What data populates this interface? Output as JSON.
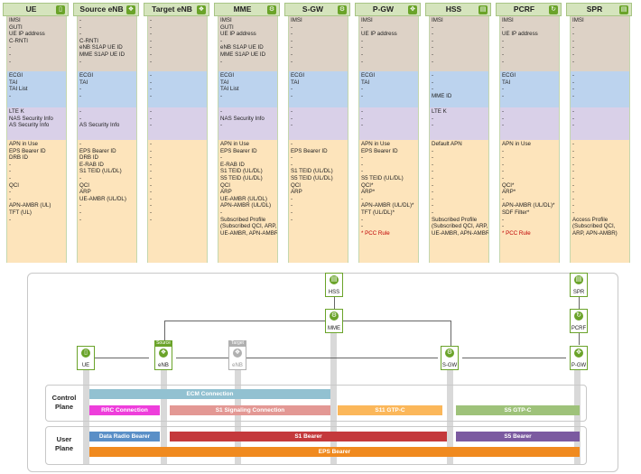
{
  "columns": [
    {
      "title": "UE",
      "icon": "phone-icon",
      "context": [
        "IMSI",
        "GUTI",
        "UE IP address",
        "C-RNTI",
        "-",
        "-",
        "-"
      ],
      "location": [
        "ECGI",
        "TAI",
        "TAI List",
        "-"
      ],
      "security": [
        "LTE K",
        "NAS Security Info",
        "AS Security Info"
      ],
      "bearer": [
        "APN in Use",
        "EPS Bearer ID",
        "DRB ID",
        "-",
        "-",
        "-",
        "QCI",
        "-",
        "-",
        "APN-AMBR (UL)",
        "TFT (UL)",
        "-"
      ]
    },
    {
      "title": "Source eNB",
      "icon": "antenna-icon",
      "context": [
        "-",
        "-",
        "-",
        "C-RNTI",
        "eNB S1AP UE ID",
        "MME S1AP UE ID",
        "-"
      ],
      "location": [
        "ECGI",
        "TAI",
        "-",
        "-"
      ],
      "security": [
        "-",
        "-",
        "AS Security Info"
      ],
      "bearer": [
        "-",
        "EPS Bearer ID",
        "DRB ID",
        "E-RAB ID",
        "S1 TEID (UL/DL)",
        "-",
        "QCI",
        "ARP",
        "UE-AMBR (UL/DL)",
        "-",
        "-",
        "-"
      ]
    },
    {
      "title": "Target eNB",
      "icon": "antenna-icon",
      "context": [
        "-",
        "-",
        "-",
        "-",
        "-",
        "-",
        "-"
      ],
      "location": [
        "-",
        "-",
        "-",
        "-"
      ],
      "security": [
        "-",
        "-",
        "-"
      ],
      "bearer": [
        "-",
        "-",
        "-",
        "-",
        "-",
        "-",
        "-",
        "-",
        "-",
        "-",
        "-",
        "-"
      ]
    },
    {
      "title": "MME",
      "icon": "gear-icon",
      "context": [
        "IMSI",
        "GUTI",
        "UE IP address",
        "-",
        "eNB S1AP UE ID",
        "MME S1AP UE ID",
        "-"
      ],
      "location": [
        "ECGI",
        "TAI",
        "TAI List",
        "-"
      ],
      "security": [
        "-",
        "NAS Security Info",
        "-"
      ],
      "bearer": [
        "APN in Use",
        "EPS Bearer ID",
        "-",
        "E-RAB ID",
        "S1 TEID (UL/DL)",
        "S5 TEID (UL/DL)",
        "QCI",
        "ARP",
        "UE-AMBR (UL/DL)",
        "APN-AMBR (UL/DL)",
        "-",
        "Subscribed Profile",
        "(Subscribed QCI, ARP,",
        "UE-AMBR, APN-AMBR)"
      ]
    },
    {
      "title": "S-GW",
      "icon": "gear-icon",
      "context": [
        "IMSI",
        "-",
        "-",
        "-",
        "-",
        "-",
        "-"
      ],
      "location": [
        "ECGI",
        "TAI",
        "-",
        "-"
      ],
      "security": [
        "-",
        "-",
        "-"
      ],
      "bearer": [
        "-",
        "EPS Bearer ID",
        "-",
        "-",
        "S1 TEID (UL/DL)",
        "S5 TEID (UL/DL)",
        "QCI",
        "ARP",
        "-",
        "-",
        "-",
        "-"
      ]
    },
    {
      "title": "P-GW",
      "icon": "cross-arrows-icon",
      "context": [
        "IMSI",
        "-",
        "UE IP address",
        "-",
        "-",
        "-",
        "-"
      ],
      "location": [
        "ECGI",
        "TAI",
        "-",
        "-"
      ],
      "security": [
        "-",
        "-",
        "-"
      ],
      "bearer": [
        "APN in Use",
        "EPS Bearer ID",
        "-",
        "-",
        "-",
        "S5 TEID (UL/DL)",
        "QCI*",
        "ARP*",
        "-",
        "APN-AMBR (UL/DL)*",
        "TFT (UL/DL)*",
        "-",
        "-",
        "* PCC Rule"
      ]
    },
    {
      "title": "HSS",
      "icon": "database-icon",
      "context": [
        "IMSI",
        "-",
        "-",
        "-",
        "-",
        "-",
        "-"
      ],
      "location": [
        "-",
        "-",
        "-",
        "MME ID"
      ],
      "security": [
        "LTE K",
        "-",
        "-"
      ],
      "bearer": [
        "Default APN",
        "-",
        "-",
        "-",
        "-",
        "-",
        "-",
        "-",
        "-",
        "-",
        "-",
        "Subscribed Profile",
        "(Subscribed QCI, ARP,",
        "UE-AMBR, APN-AMBR)"
      ]
    },
    {
      "title": "PCRF",
      "icon": "cycle-icon",
      "context": [
        "IMSI",
        "-",
        "UE IP address",
        "-",
        "-",
        "-",
        "-"
      ],
      "location": [
        "ECGI",
        "TAI",
        "-",
        "-"
      ],
      "security": [
        "-",
        "-",
        "-"
      ],
      "bearer": [
        "APN in Use",
        "-",
        "-",
        "-",
        "-",
        "-",
        "QCI*",
        "ARP*",
        "-",
        "APN-AMBR (UL/DL)*",
        "SDF Filter*",
        "-",
        "-",
        "* PCC Rule"
      ]
    },
    {
      "title": "SPR",
      "icon": "database-icon",
      "context": [
        "IMSI",
        "-",
        "-",
        "-",
        "-",
        "-",
        "-"
      ],
      "location": [
        "-",
        "-",
        "-",
        "-"
      ],
      "security": [
        "-",
        "-",
        "-"
      ],
      "bearer": [
        "-",
        "-",
        "-",
        "-",
        "-",
        "-",
        "-",
        "-",
        "-",
        "-",
        "-",
        "Access Profile",
        "(Subscribed QCI,",
        "ARP, APN-AMBR)"
      ]
    }
  ],
  "nodes": {
    "hss": {
      "label": "HSS",
      "icon": "database-icon"
    },
    "spr": {
      "label": "SPR",
      "icon": "database-icon"
    },
    "pcrf": {
      "label": "PCRF",
      "icon": "cycle-icon"
    },
    "mme": {
      "label": "MME",
      "icon": "gear-icon"
    },
    "ue": {
      "label": "UE",
      "icon": "phone-icon"
    },
    "source_enb": {
      "label": "eNB",
      "tag": "Source",
      "icon": "antenna-icon"
    },
    "target_enb": {
      "label": "eNB",
      "tag": "Target",
      "icon": "antenna-icon"
    },
    "sgw": {
      "label": "S-GW",
      "icon": "gear-icon"
    },
    "pgw": {
      "label": "P-GW",
      "icon": "cross-arrows-icon"
    }
  },
  "planes": {
    "control": "Control\nPlane",
    "user": "User\nPlane"
  },
  "connections": [
    {
      "label": "ECM Connection",
      "color": "#92c1d1"
    },
    {
      "label": "RRC Connection",
      "color": "#ee3edb"
    },
    {
      "label": "S1 Signaling Connection",
      "color": "#e39894"
    },
    {
      "label": "S11 GTP-C",
      "color": "#fbb75a"
    },
    {
      "label": "S5 GTP-C",
      "color": "#9ec27a"
    },
    {
      "label": "Data Radio Bearer",
      "color": "#5a8fc7"
    },
    {
      "label": "S1 Bearer",
      "color": "#c4393c"
    },
    {
      "label": "S5 Bearer",
      "color": "#7b5aa0"
    },
    {
      "label": "EPS Bearer",
      "color": "#f08a1f"
    }
  ],
  "colors": {
    "header": "#d5e4bd",
    "context": "#ddd2c6",
    "location": "#bcd3ee",
    "security": "#d9d0e8",
    "bearer": "#fde4bb",
    "pcc_note": "#c00000",
    "node": "#6aa329"
  }
}
